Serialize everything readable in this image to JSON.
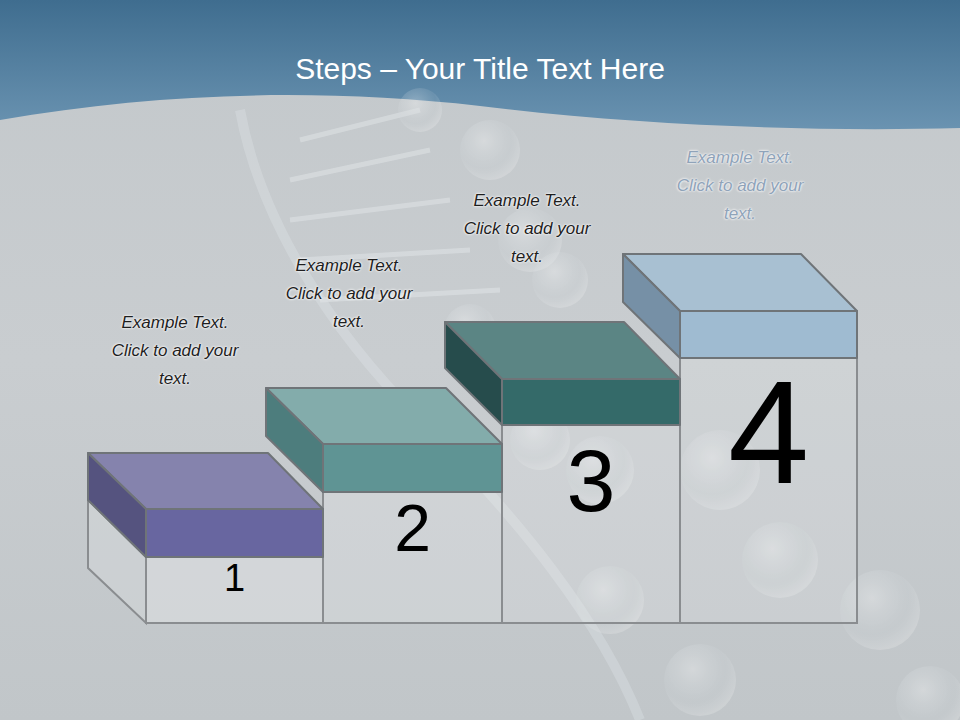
{
  "diagram": {
    "title": "Steps – Your Title Text Here",
    "nodes": [
      {
        "text": [
          "Example Text. Click to add your text.",
          "1"
        ]
      },
      {
        "text": [
          "Example Text. Click to add your text.",
          "2"
        ]
      },
      {
        "text": [
          "Example Text. Click to add your text.",
          "3"
        ]
      },
      {
        "text": [
          "Example Text. Click to add your text.",
          "4"
        ]
      }
    ]
  }
}
